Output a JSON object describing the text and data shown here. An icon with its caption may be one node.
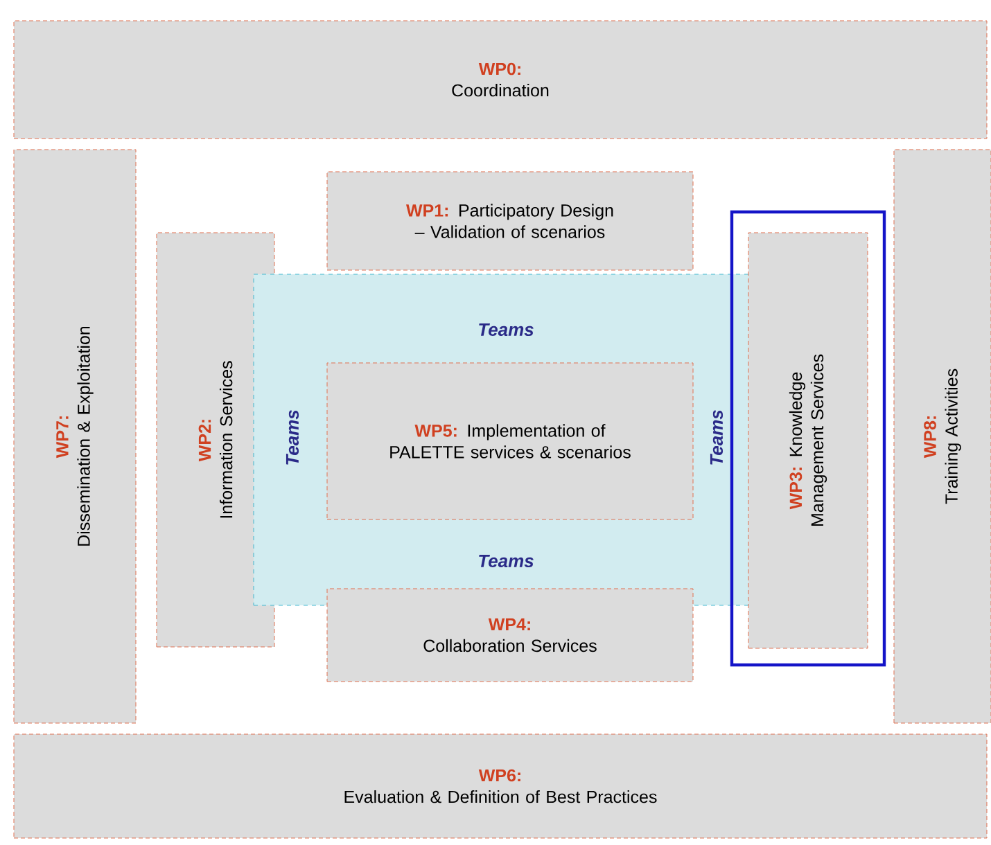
{
  "diagram": {
    "nodes": [
      {
        "text": [
          "WP0:",
          "Coordination"
        ]
      },
      {
        "text": [
          "WP7:",
          "Dissemination & Exploitation"
        ]
      },
      {
        "text": [
          "WP1:",
          "Participatory Design – Validation of scenarios"
        ]
      },
      {
        "text": [
          "WP2:",
          "Information Services"
        ]
      },
      {
        "text": [
          "Teams",
          "Teams",
          "Teams",
          "Teams"
        ]
      },
      {
        "text": [
          "WP5:",
          "Implementation of PALETTE services & scenarios"
        ],
        "in": 4
      },
      {
        "text": [],
        "shape": "box"
      },
      {
        "text": [
          "WP3:",
          "Knowledge Management Services"
        ],
        "in": 6
      },
      {
        "text": [
          "WP8:",
          "Training Activities"
        ]
      },
      {
        "text": [
          "WP4:",
          "Collaboration Services"
        ]
      },
      {
        "text": [
          "WP6:",
          "Evaluation & Definition of Best Practices"
        ]
      }
    ]
  }
}
